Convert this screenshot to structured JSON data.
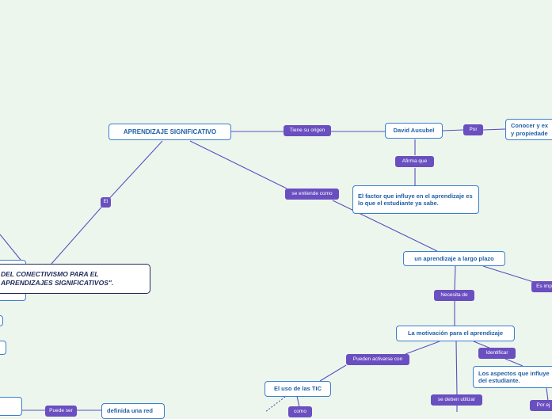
{
  "colors": {
    "background": "#edf6ec",
    "connector": "#5b4fc2",
    "label_fill": "#6a4fc0",
    "node_border": "#3a7fd0",
    "node_text": "#1f5fa8",
    "main_node_border": "#232d5a"
  },
  "nodes": {
    "aprendizaje_significativo": "APRENDIZAJE SIGNIFICATIVO",
    "main_topic_line1": "DEL CONECTIVISMO PARA EL",
    "main_topic_line2": "APRENDIZAJES SIGNIFICATIVOS\".",
    "david_ausubel": "David Ausubel",
    "conocer_line1": "Conocer y ex",
    "conocer_line2": "y propiedade",
    "factor": "El factor que influye en el aprendizaje es lo que el estudiante ya sabe.",
    "largo_plazo": "un aprendizaje a largo plazo",
    "motivacion": "La motivación para el aprendizaje",
    "uso_tic": "El uso de las TIC",
    "aspectos_line1": "Los aspectos que influye",
    "aspectos_line2": "del estudiante.",
    "definida": "definida una red"
  },
  "labels": {
    "el": "El",
    "tiene_origen": "Tiene su origen",
    "por": "Por",
    "afirma": "Afirma que",
    "entiende": "se entiende como",
    "es_imp": "Es imp",
    "necesita": "Necesita de",
    "pueden_activarse": "Pueden activarse con",
    "identificar": "Identificar",
    "deben_utilizar": "se deben utilizar",
    "por_ej": "Por ej",
    "puede_ser": "Puede ser",
    "como": "como"
  }
}
